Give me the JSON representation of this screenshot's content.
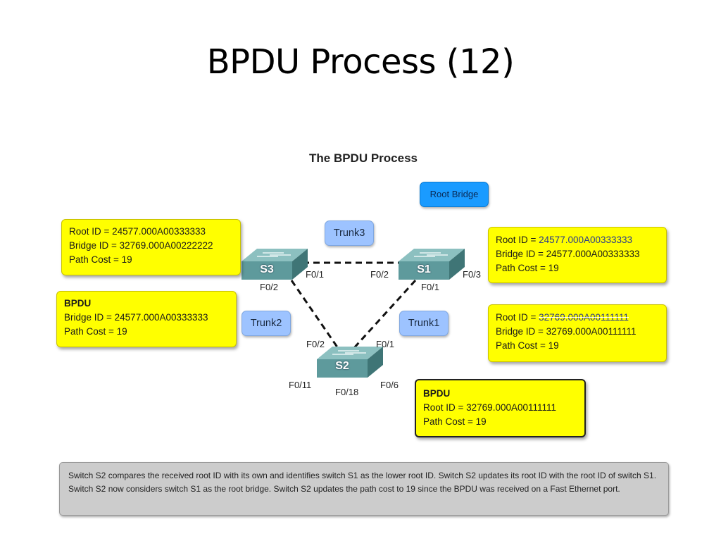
{
  "slide": {
    "title": "BPDU Process (12)",
    "figure_title": "The BPDU Process"
  },
  "root_bridge_label": "Root Bridge",
  "trunks": [
    {
      "id": "trunk3",
      "label": "Trunk3"
    },
    {
      "id": "trunk2",
      "label": "Trunk2"
    },
    {
      "id": "trunk1",
      "label": "Trunk1"
    }
  ],
  "switches": {
    "s1": {
      "label": "S1",
      "ports": [
        "F0/2",
        "F0/3",
        "F0/1"
      ]
    },
    "s2": {
      "label": "S2",
      "ports": [
        "F0/2",
        "F0/1",
        "F0/11",
        "F0/18",
        "F0/6"
      ]
    },
    "s3": {
      "label": "S3",
      "ports": [
        "F0/1",
        "F0/2"
      ]
    }
  },
  "info_boxes": {
    "s3_state": [
      "Root ID = 24577.000A00333333",
      "Bridge ID = 32769.000A00222222",
      "Path Cost = 19"
    ],
    "bpdu_from_s3": {
      "heading": "BPDU",
      "lines": [
        "Bridge ID = 24577.000A00333333",
        "Path Cost = 19"
      ]
    },
    "s1_state": {
      "root_label": "Root ID = ",
      "root_value": "24577.000A00333333",
      "lines": [
        "Bridge ID = 24577.000A00333333",
        "Path Cost = 19"
      ]
    },
    "s2_state": {
      "root_label": "Root ID = ",
      "root_value": "32769.000A00111111",
      "lines": [
        "Bridge ID = 32769.000A00111111",
        "Path Cost = 19"
      ]
    },
    "bpdu_from_s2": {
      "heading": "BPDU",
      "lines": [
        "Root ID = 32769.000A00111111",
        "Path Cost = 19"
      ]
    }
  },
  "description": "Switch S2 compares the received root ID with its own and identifies switch S1 as the lower root ID. Switch S2 updates its root ID with the root ID of switch S1. Switch S2 now considers switch S1 as the root bridge. Switch S2 updates the path cost to 19 since the BPDU was received on a Fast Ethernet port.",
  "colors": {
    "info_box": "#ffff00",
    "trunk_tag": "#9dc3ff",
    "root_bridge_tag": "#1a9bff",
    "switch_body": "#5e9a9c",
    "description_bg": "#cccccc"
  }
}
